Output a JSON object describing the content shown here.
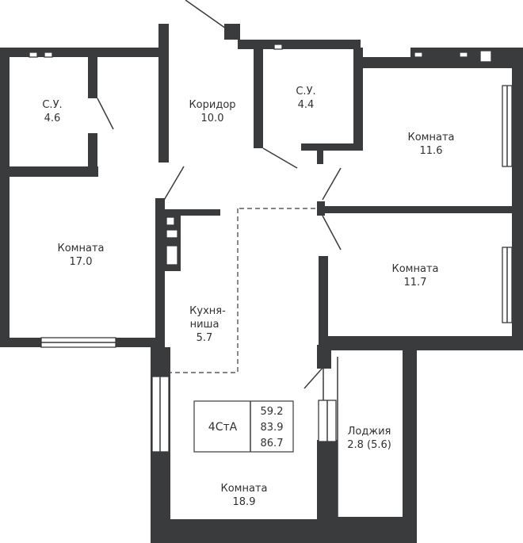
{
  "rooms": {
    "bathroom_1": {
      "name": "С.У.",
      "area": "4.6"
    },
    "corridor": {
      "name": "Коридор",
      "area": "10.0"
    },
    "bathroom_2": {
      "name": "С.У.",
      "area": "4.4"
    },
    "room_1": {
      "name": "Комната",
      "area": "11.6"
    },
    "room_2": {
      "name": "Комната",
      "area": "17.0"
    },
    "room_3": {
      "name": "Комната",
      "area": "11.7"
    },
    "kitchen": {
      "name_line1": "Кухня-",
      "name_line2": "ниша",
      "area": "5.7"
    },
    "room_4": {
      "name": "Комната",
      "area": "18.9"
    },
    "loggia": {
      "name": "Лоджия",
      "area": "2.8 (5.6)"
    }
  },
  "info": {
    "code": "4СтА",
    "areas": [
      "59.2",
      "83.9",
      "86.7"
    ]
  },
  "colors": {
    "wall": "#3a3b3d",
    "background": "#ffffff",
    "text": "#2f3032"
  }
}
